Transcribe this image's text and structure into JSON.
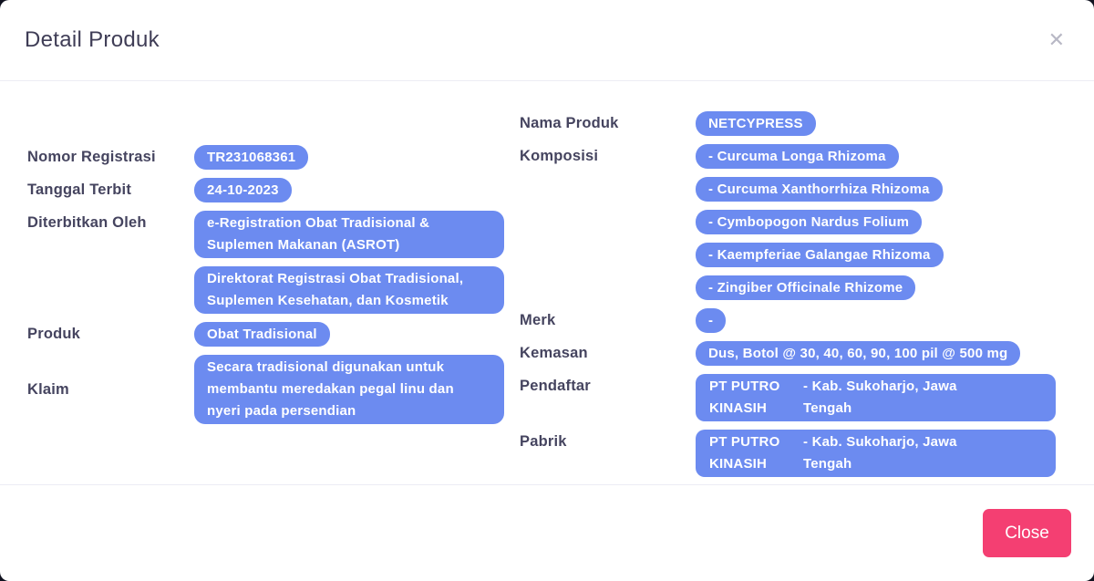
{
  "modal": {
    "title": "Detail Produk",
    "close_icon": "✕"
  },
  "colors": {
    "badge_blue": "#6c8bf0",
    "accent_pink": "#f43f72",
    "label_text": "#45445f",
    "title_text": "#3f3d56"
  },
  "left_fields": [
    {
      "label": "Nomor Registrasi",
      "values": [
        "TR231068361"
      ]
    },
    {
      "label": "Tanggal Terbit",
      "values": [
        "24-10-2023"
      ]
    },
    {
      "label": "Diterbitkan Oleh",
      "values": [
        "e-Registration Obat Tradisional & Suplemen Makanan (ASROT)",
        "Direktorat Registrasi Obat Tradisional, Suplemen Kesehatan, dan Kosmetik"
      ]
    },
    {
      "label": "Produk",
      "values": [
        "Obat Tradisional"
      ]
    },
    {
      "label": "Klaim",
      "values": [
        "Secara tradisional digunakan untuk membantu meredakan pegal linu dan nyeri pada persendian"
      ]
    }
  ],
  "right_fields": [
    {
      "label": "Nama Produk",
      "values": [
        "NETCYPRESS"
      ]
    },
    {
      "label": "Komposisi",
      "values": [
        "- Curcuma Longa Rhizoma",
        "- Curcuma Xanthorrhiza Rhizoma",
        "- Cymbopogon Nardus Folium",
        "- Kaempferiae Galangae Rhizoma",
        "- Zingiber Officinale Rhizome"
      ]
    },
    {
      "label": "Merk",
      "values": [
        "-"
      ]
    },
    {
      "label": "Kemasan",
      "values": [
        "Dus, Botol @ 30, 40, 60, 90, 100 pil @ 500 mg"
      ]
    },
    {
      "label": "Pendaftar",
      "company": "PT PUTRO KINASIH",
      "location": "- Kab. Sukoharjo, Jawa Tengah"
    },
    {
      "label": "Pabrik",
      "company": "PT PUTRO KINASIH",
      "location": "- Kab. Sukoharjo, Jawa Tengah"
    }
  ],
  "footer": {
    "close_label": "Close"
  }
}
